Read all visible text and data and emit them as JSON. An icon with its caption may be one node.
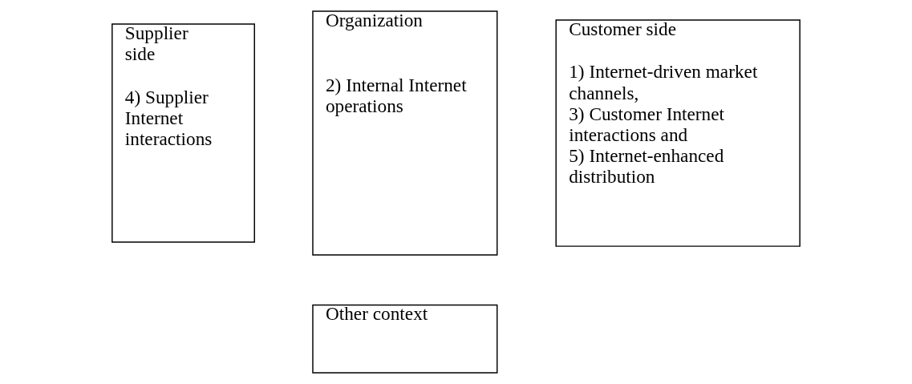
{
  "diagram": {
    "nodes": [
      {
        "text": [
          "Supplier side",
          "4) Supplier Internet interactions"
        ]
      },
      {
        "text": [
          "Organization",
          "2) Internal Internet operations"
        ]
      },
      {
        "text": [
          "Customer side",
          "1) Internet-driven market channels,",
          "3) Customer Internet interactions and",
          "5) Internet-enhanced distribution"
        ]
      },
      {
        "text": [
          "Other context"
        ]
      }
    ],
    "edges": []
  }
}
